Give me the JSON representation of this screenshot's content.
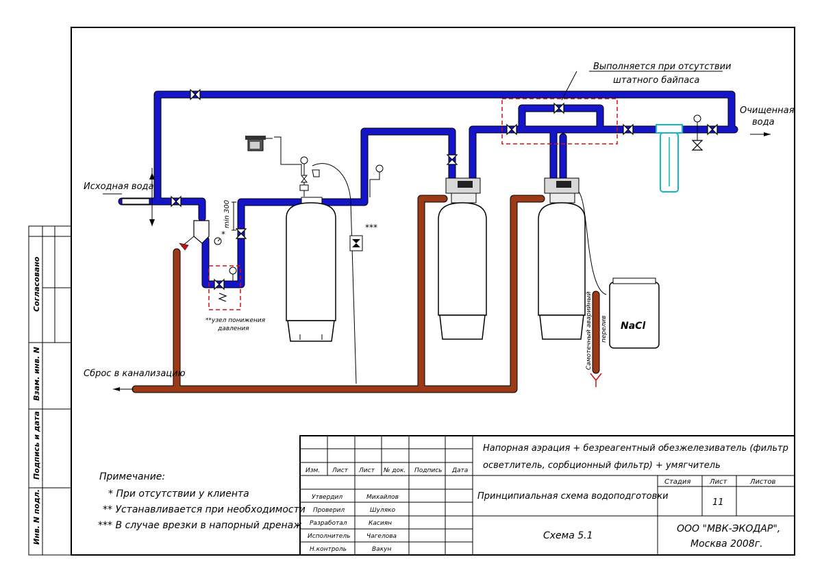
{
  "labels": {
    "source_water": "Исходная вода",
    "treated_water_line1": "Очищенная",
    "treated_water_line2": "вода",
    "drain": "Сброс в канализацию",
    "bypass_note_line1": "Выполняется при отсутствии",
    "bypass_note_line2": "штатного байпаса",
    "min_height": "min 300",
    "pressure_reducer_line1": "**узел понижения",
    "pressure_reducer_line2": "давления",
    "drain_marker": "***",
    "star_marker": "*",
    "nacl": "NaCl",
    "overflow_line1": "Самотечный аварийный",
    "overflow_line2": "перелив"
  },
  "notes": {
    "title": "Примечание:",
    "items": [
      "* При отсутствии у клиента",
      "** Устанавливается при необходимости",
      "*** В случае врезки в напорный дренаж"
    ]
  },
  "side_stamps": {
    "agreed": "Согласовано",
    "inv_replace": "Взам. инв. N",
    "signature_date": "Подпись и дата",
    "inv_original": "Инв. N подл."
  },
  "title_block": {
    "header_cols": [
      "Изм.",
      "Лист",
      "Лист",
      "№ док.",
      "Подпись",
      "Дата"
    ],
    "roles": [
      {
        "role": "Утвердил",
        "name": "Михайлов"
      },
      {
        "role": "Проверил",
        "name": "Шуляко"
      },
      {
        "role": "Разработал",
        "name": "Касиян"
      },
      {
        "role": "Исполнитель",
        "name": "Чагелова"
      },
      {
        "role": "Н.контроль",
        "name": "Вакун"
      }
    ],
    "project_line1": "Напорная аэрация + безреагентный обезжелезиватель (фильтр",
    "project_line2": "осветлитель, сорбционный фильтр) + умягчитель",
    "drawing_title": "Принципиальная схема водоподготовки",
    "stage_label": "Стадия",
    "sheet_label": "Лист",
    "sheets_label": "Листов",
    "sheet_value": "11",
    "scheme_number": "Схема 5.1",
    "company_line1": "ООО \"МВК-ЭКОДАР\",",
    "company_line2": "Москва 2008г."
  },
  "colors": {
    "clean_pipe": "#1515c8",
    "drain_pipe": "#9b3a16",
    "bypass_frame": "#d01010",
    "cartridge_filter": "#10b8c8"
  }
}
